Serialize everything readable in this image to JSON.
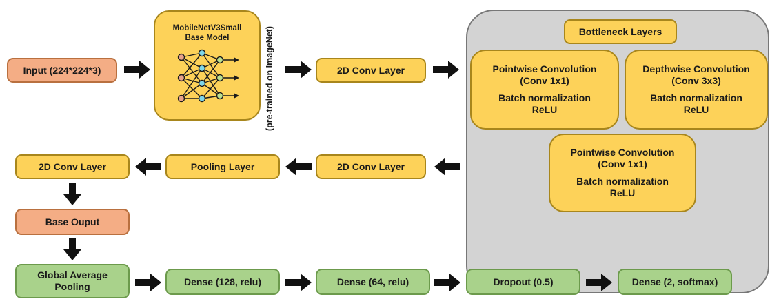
{
  "nodes": {
    "input": "Input (224*224*3)",
    "base_model_line1": "MobileNetV3Small",
    "base_model_line2": "Base Model",
    "pretrained_note": "(pre-trained on ImageNet)",
    "conv2d_top": "2D Conv Layer",
    "bottleneck_title": "Bottleneck Layers",
    "pw1_line1": "Pointwise Convolution",
    "pw1_line2": "(Conv 1x1)",
    "pw1_line3": "Batch normalization",
    "pw1_line4": "ReLU",
    "dw_line1": "Depthwise Convolution",
    "dw_line2": "(Conv 3x3)",
    "dw_line3": "Batch normalization",
    "dw_line4": "ReLU",
    "pw2_line1": "Pointwise Convolution",
    "pw2_line2": "(Conv 1x1)",
    "pw2_line3": "Batch normalization",
    "pw2_line4": "ReLU",
    "conv2d_mid": "2D Conv Layer",
    "pooling": "Pooling Layer",
    "conv2d_left": "2D Conv Layer",
    "base_output": "Base Ouput",
    "gap_line1": "Global Average",
    "gap_line2": "Pooling",
    "dense1": "Dense (128, relu)",
    "dense2": "Dense (64, relu)",
    "dropout": "Dropout (0.5)",
    "dense3": "Dense (2, softmax)"
  },
  "colors": {
    "yellow": "#fdd259",
    "orange": "#f4ad85",
    "green": "#a9d28b",
    "bottleneck_bg": "#d3d3d3",
    "arrow": "#111111"
  }
}
